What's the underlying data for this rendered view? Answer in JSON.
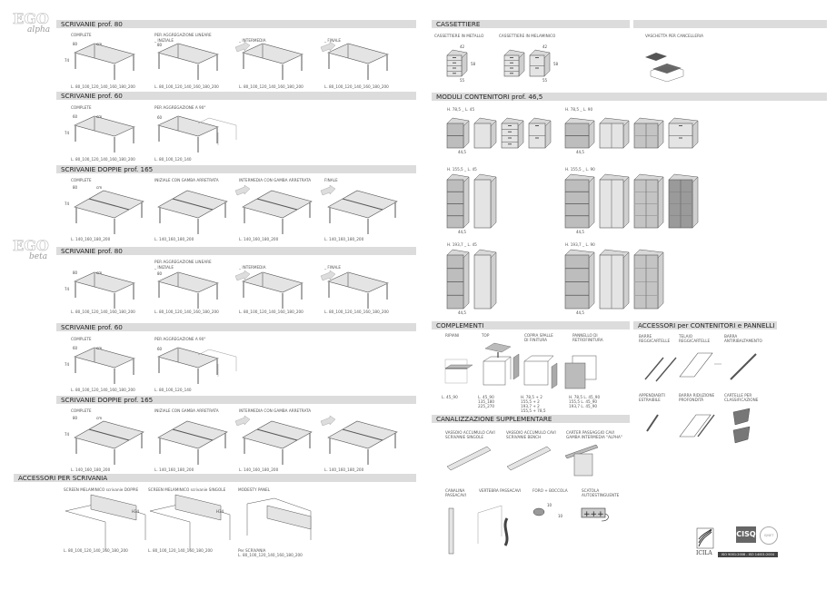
{
  "brand": {
    "logo_alpha": "Ego alpha",
    "logo_beta": "Ego beta"
  },
  "left_sections": [
    {
      "title": "SCRIVANIE prof. 80",
      "items": [
        {
          "caption": "COMPLETE",
          "sub": "",
          "dims": "L. 80_100_120_140_160_180_200",
          "drawing": "desk",
          "labels": [
            "80",
            "cm",
            "74"
          ]
        },
        {
          "caption": "PER AGGREGAZIONE LINEARE",
          "sub": "_ INIZIALE",
          "dims": "L. 80_100_120_140_160_180_200",
          "drawing": "desk",
          "labels": [
            "80"
          ]
        },
        {
          "caption": "",
          "sub": "_ INTERMEDIA",
          "dims": "L. 80_100_120_140_160_180_200",
          "drawing": "desk-arrow"
        },
        {
          "caption": "",
          "sub": "_ FINALE",
          "dims": "L. 80_100_120_140_160_180_200",
          "drawing": "desk-arrow"
        }
      ]
    },
    {
      "title": "SCRIVANIE prof. 60",
      "items": [
        {
          "caption": "COMPLETE",
          "sub": "",
          "dims": "L. 80_100_120_140_160_180_200",
          "drawing": "desk",
          "labels": [
            "60",
            "cm",
            "74"
          ]
        },
        {
          "caption": "PER AGGREGAZIONE A 90°",
          "sub": "",
          "dims": "L. 80_100_120_140",
          "drawing": "desk-corner",
          "labels": [
            "60"
          ]
        }
      ]
    },
    {
      "title": "SCRIVANIE DOPPIE prof. 165",
      "items": [
        {
          "caption": "COMPLETE",
          "sub": "",
          "dims": "L. 140_160_180_200",
          "drawing": "desk-double",
          "labels": [
            "80",
            "cm",
            "74"
          ]
        },
        {
          "caption": "INIZIALE CON GAMBA ARRETRATA",
          "sub": "",
          "dims": "L. 140_160_180_200",
          "drawing": "desk-double"
        },
        {
          "caption": "INTERMEDIA CON GAMBA ARRETRATA",
          "sub": "",
          "dims": "L. 140_160_180_200",
          "drawing": "desk-double-arrow"
        },
        {
          "caption": "FINALE",
          "sub": "",
          "dims": "L. 140_160_180_200",
          "drawing": "desk-double-arrow"
        }
      ]
    },
    {
      "title": "SCRIVANIE prof. 80",
      "items": [
        {
          "caption": "",
          "sub": "",
          "dims": "L. 80_100_120_140_160_180_200",
          "drawing": "desk",
          "labels": [
            "80",
            "cm",
            "74"
          ]
        },
        {
          "caption": "PER AGGREGAZIONE LINEARE",
          "sub": "_ INIZIALE",
          "dims": "L. 80_100_120_140_160_180_200",
          "drawing": "desk",
          "labels": [
            "80"
          ]
        },
        {
          "caption": "",
          "sub": "_ INTERMEDIA",
          "dims": "L. 80_100_120_140_160_180_200",
          "drawing": "desk-arrow"
        },
        {
          "caption": "",
          "sub": "_ FINALE",
          "dims": "L. 80_100_120_140_160_180_200",
          "drawing": "desk-arrow"
        }
      ]
    },
    {
      "title": "SCRIVANIE prof. 60",
      "items": [
        {
          "caption": "COMPLETE",
          "sub": "",
          "dims": "L. 80_100_120_140_160_180_200",
          "drawing": "desk",
          "labels": [
            "60",
            "cm",
            "74"
          ]
        },
        {
          "caption": "PER AGGREGAZIONE A 90°",
          "sub": "",
          "dims": "L. 80_100_120_140",
          "drawing": "desk-corner",
          "labels": [
            "60"
          ]
        }
      ]
    },
    {
      "title": "SCRIVANIE DOPPIE prof. 165",
      "items": [
        {
          "caption": "COMPLETE",
          "sub": "",
          "dims": "L. 140_160_180_200",
          "drawing": "desk-double",
          "labels": [
            "80",
            "cm",
            "74"
          ]
        },
        {
          "caption": "INIZIALE CON GAMBA ARRETRATA",
          "sub": "",
          "dims": "L. 140_160_180_200",
          "drawing": "desk-double"
        },
        {
          "caption": "INTERMEDIA CON GAMBA ARRETRATA",
          "sub": "",
          "dims": "L. 140_160_180_200",
          "drawing": "desk-double-arrow"
        },
        {
          "caption": "",
          "sub": "",
          "dims": "L. 140_160_180_200",
          "drawing": "desk-double-arrow"
        }
      ]
    },
    {
      "title": "ACCESSORI PER SCRIVANIA",
      "items": [
        {
          "caption": "SCREEN MELAMINICO scrivanie DOPPIE",
          "sub": "",
          "dims": "L. 80_100_120_140_160_180_200",
          "drawing": "screen",
          "labels": [
            "H34"
          ]
        },
        {
          "caption": "SCREEN MELAMINICO scrivanie SINGOLE",
          "sub": "",
          "dims": "L. 80_100_120_140_160_180_200",
          "drawing": "screen",
          "labels": [
            "H34"
          ]
        },
        {
          "caption": "MODESTY PANEL",
          "sub": "",
          "dims": "Per SCRIVANIA\nL. 80_100_120_140_160_180_200",
          "drawing": "modesty"
        }
      ]
    }
  ],
  "cassettiere": {
    "title": "CASSETTIERE",
    "items": [
      {
        "caption": "CASSETTIERE IN METALLO",
        "labels": [
          "42",
          "58",
          "55"
        ]
      },
      {
        "caption": "CASSETTIERE IN MELAMINICO",
        "labels": [
          "42",
          "58",
          "55"
        ]
      }
    ],
    "side_title": "",
    "side_caption": "VASCHETTA PER CANCELLERIA"
  },
  "moduli": {
    "title": "MODULI CONTENITORI prof. 46,5",
    "depth_label": "44,5",
    "groups": [
      {
        "label": "H. 78,5 _ L. 45",
        "units": [
          "open",
          "door",
          "drawers4",
          "drawers2"
        ]
      },
      {
        "label": "H. 78,5 _ L. 90",
        "units": [
          "open",
          "doors",
          "glass",
          "filing"
        ]
      },
      {
        "label": "H. 155,5 _ L. 45",
        "units": [
          "open",
          "door"
        ]
      },
      {
        "label": "H. 155,5 _ L. 90",
        "units": [
          "open",
          "doors",
          "glass",
          "glass-dark"
        ]
      },
      {
        "label": "H. 193,7 _ L. 45",
        "units": [
          "open",
          "door"
        ]
      },
      {
        "label": "H. 193,7 _ L. 90",
        "units": [
          "open",
          "doors",
          "glass"
        ]
      }
    ]
  },
  "complementi": {
    "title": "COMPLEMENTI",
    "items": [
      {
        "caption": "RIPIANI",
        "dims": "L. 45_90"
      },
      {
        "caption": "TOP",
        "dims": "L. 45_90\n135_180\n225_270"
      },
      {
        "caption": "COPPIA SPALLE\nDI FINITURA",
        "dims": "H. 78,5 + 2\n155,5 + 2\n193,7 + 2\n155,5 + 78,5"
      },
      {
        "caption": "PANNELLO DI\nRETROFINITURA",
        "dims": "H. 78,5 L. 45_90\n155,5 L. 45_90\n193,7 L. 45_90"
      }
    ]
  },
  "accessori_contenitori": {
    "title": "ACCESSORI per CONTENITORI e PANNELLI",
    "items": [
      {
        "caption": "BARRE\nREGGICARTELLE"
      },
      {
        "caption": "TELAIO\nREGGICARTELLE"
      },
      {
        "caption": "BARRA\nANTIRIBALTAMENTO"
      },
      {
        "caption": "APPENDIABITI\nESTRAIBILE"
      },
      {
        "caption": "BARRA RIDUZIONE\nPROFONDITÀ"
      },
      {
        "caption": "CARTELLE PER\nCLASSIFICAZIONE"
      }
    ]
  },
  "canalizzazione": {
    "title": "CANALIZZAZIONE SUPPLEMENTARE",
    "items": [
      {
        "caption": "VASSOIO ACCUMULO CAVI\nSCRIVANIE SINGOLE"
      },
      {
        "caption": "VASSOIO ACCUMULO CAVI\nSCRIVANIE BENCH"
      },
      {
        "caption": "CARTER PASSAGGIO CAVI\nGAMBA INTERMEDIA \"ALPHA\""
      },
      {
        "caption": "CANALINA\nPASSACAVI"
      },
      {
        "caption": "VERTEBRA PASSACAVI"
      },
      {
        "caption": "FORO + BOCCOLA",
        "labels": [
          "10",
          "10"
        ]
      },
      {
        "caption": "SCATOLA\nAUTOESTINGUENTE"
      }
    ]
  },
  "certifications": {
    "icila": "ICILA",
    "cisq": "CISQ",
    "iqnet": "IQNET",
    "iso": "ISO 9001:2008 - ISO 14001:2004"
  },
  "colors": {
    "header_bar": "#dcdcdc",
    "drawing_fill": "#e4e4e4",
    "drawing_stroke": "#555555",
    "logo": "#c8c8c8"
  }
}
